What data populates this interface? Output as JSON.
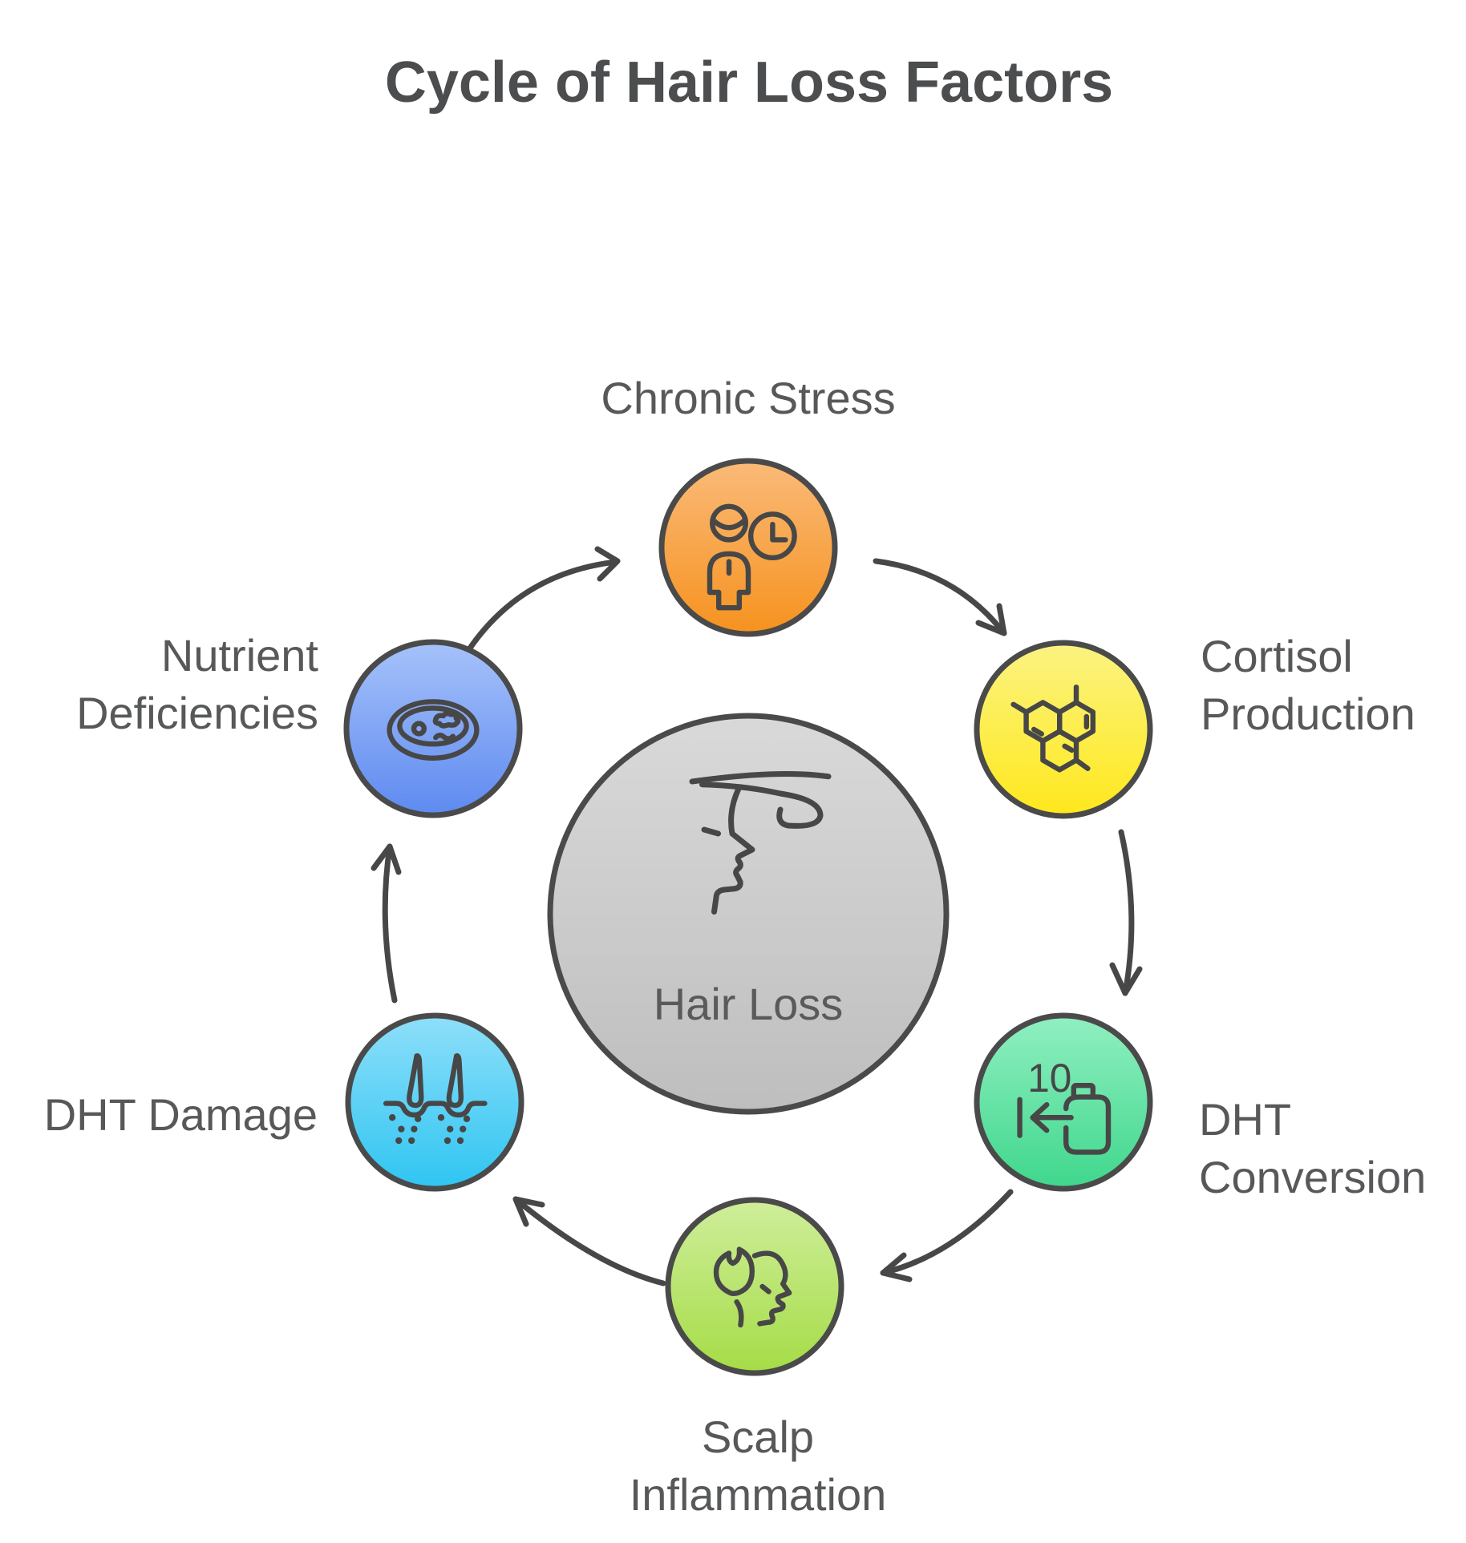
{
  "title": "Cycle of Hair Loss Factors",
  "center": {
    "label": "Hair Loss",
    "icon": "balding-head-profile-icon",
    "fill_top": "#D9D9D9",
    "fill_bottom": "#BEBEBE"
  },
  "conversion_number": "10",
  "nodes": [
    {
      "id": "chronic-stress",
      "label": "Chronic Stress",
      "lines": [
        "Chronic Stress"
      ],
      "icon": "person-clock-icon",
      "fill_top": "#FABA79",
      "fill_bottom": "#F6921E"
    },
    {
      "id": "cortisol-production",
      "label": "Cortisol Production",
      "lines": [
        "Cortisol",
        "Production"
      ],
      "icon": "molecule-icon",
      "fill_top": "#FBF382",
      "fill_bottom": "#FFE81C"
    },
    {
      "id": "dht-conversion",
      "label": "DHT Conversion",
      "lines": [
        "DHT",
        "Conversion"
      ],
      "icon": "countdown-container-icon",
      "fill_top": "#90EFC1",
      "fill_bottom": "#3FD78C"
    },
    {
      "id": "scalp-inflammation",
      "label": "Scalp Inflammation",
      "lines": [
        "Scalp",
        "Inflammation"
      ],
      "icon": "flame-head-icon",
      "fill_top": "#CFEE9B",
      "fill_bottom": "#A5DC46"
    },
    {
      "id": "dht-damage",
      "label": "DHT Damage",
      "lines": [
        "DHT Damage"
      ],
      "icon": "hair-follicle-icon",
      "fill_top": "#8EDFF9",
      "fill_bottom": "#2FC5F2"
    },
    {
      "id": "nutrient-deficiencies",
      "label": "Nutrient Deficiencies",
      "lines": [
        "Nutrient",
        "Deficiencies"
      ],
      "icon": "petri-dish-icon",
      "fill_top": "#A6C2FA",
      "fill_bottom": "#5E8AF0"
    }
  ],
  "cycle_order": [
    "Chronic Stress",
    "Cortisol Production",
    "DHT Conversion",
    "Scalp Inflammation",
    "DHT Damage",
    "Nutrient Deficiencies"
  ],
  "stroke_color": "#474747",
  "text_color": "#57585A",
  "title_color": "#4C4D4F"
}
